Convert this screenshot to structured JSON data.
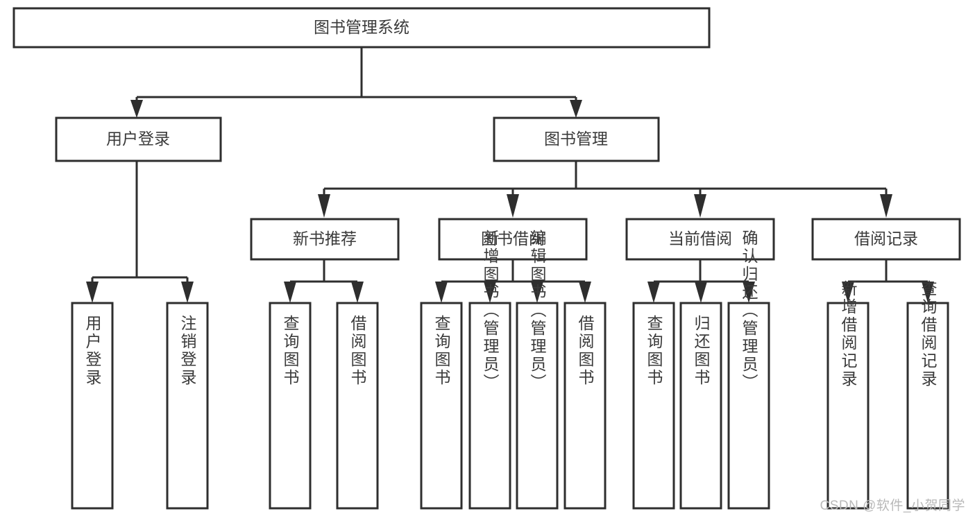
{
  "chart_data": {
    "type": "diagram",
    "title": "图书管理系统",
    "diagram_kind": "tree / hierarchy flowchart",
    "orientation": "top-down"
  },
  "colors": {
    "box_stroke": "#2e2e2e",
    "box_fill": "#ffffff",
    "text": "#3a3a3a",
    "connector": "#2e2e2e",
    "watermark": "#b9b9b9",
    "background": "#ffffff"
  },
  "root": {
    "label": "图书管理系统"
  },
  "level1": [
    {
      "label": "用户登录"
    },
    {
      "label": "图书管理"
    }
  ],
  "level2": [
    {
      "label": "新书推荐"
    },
    {
      "label": "图书借阅"
    },
    {
      "label": "当前借阅"
    },
    {
      "label": "借阅记录"
    }
  ],
  "leaves": {
    "user_login": [
      {
        "label": "用户登录"
      },
      {
        "label": "注销登录"
      }
    ],
    "new_book": [
      {
        "label": "查询图书"
      },
      {
        "label": "借阅图书"
      }
    ],
    "book_borrow": [
      {
        "label": "查询图书"
      },
      {
        "label": "新增图书（管理员）"
      },
      {
        "label": "编辑图书（管理员）"
      },
      {
        "label": "借阅图书"
      }
    ],
    "current_borrow": [
      {
        "label": "查询图书"
      },
      {
        "label": "归还图书"
      },
      {
        "label": "确认归还（管理员）"
      }
    ],
    "borrow_record": [
      {
        "label": "新增借阅记录"
      },
      {
        "label": "查询借阅记录"
      }
    ]
  },
  "watermark": {
    "text": "CSDN @软件_小贺同学"
  }
}
